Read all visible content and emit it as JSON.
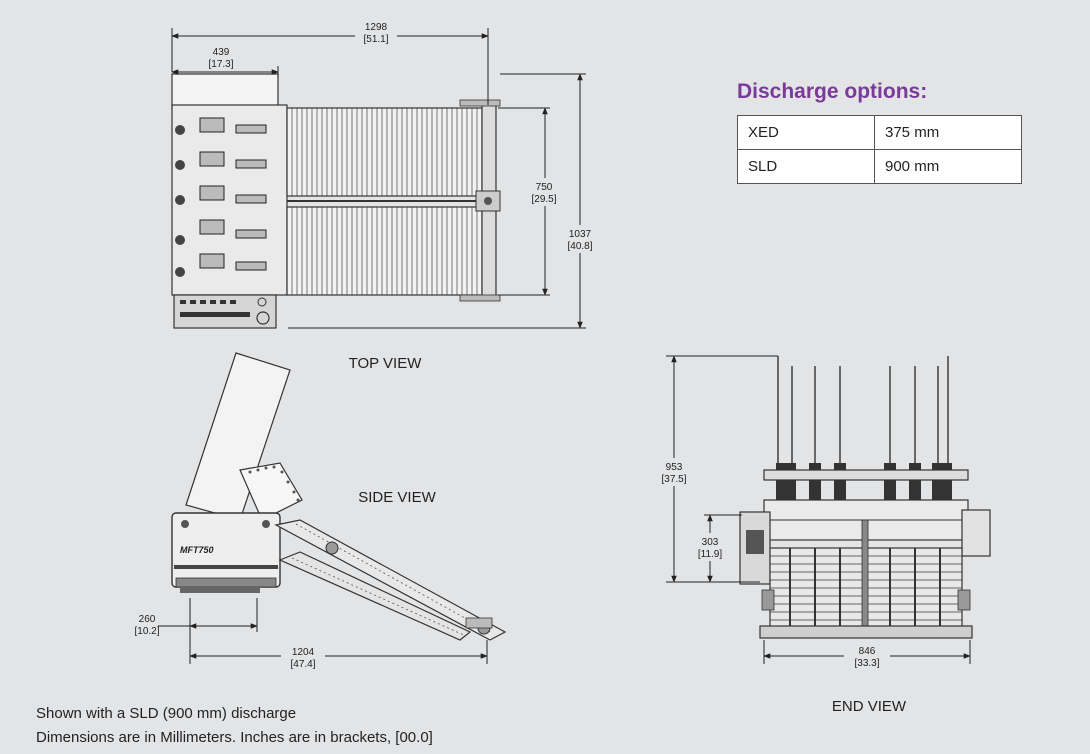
{
  "views": {
    "top": "TOP VIEW",
    "side": "SIDE VIEW",
    "end": "END VIEW"
  },
  "dimensions": {
    "top_width_mm": "1298",
    "top_width_in": "[51.1]",
    "top_feed_mm": "439",
    "top_feed_in": "[17.3]",
    "top_inner_mm": "750",
    "top_inner_in": "[29.5]",
    "top_depth_mm": "1037",
    "top_depth_in": "[40.8]",
    "side_base_mm": "260",
    "side_base_in": "[10.2]",
    "side_length_mm": "1204",
    "side_length_in": "[47.4]",
    "end_height_mm": "953",
    "end_height_in": "[37.5]",
    "end_lower_mm": "303",
    "end_lower_in": "[11.9]",
    "end_width_mm": "846",
    "end_width_in": "[33.3]"
  },
  "machine_label": "MFT750",
  "discharge": {
    "title": "Discharge options:",
    "rows": [
      {
        "type": "XED",
        "size": "375 mm"
      },
      {
        "type": "SLD",
        "size": "900 mm"
      }
    ]
  },
  "notes": {
    "line1": "Shown with a SLD (900 mm) discharge",
    "line2": "Dimensions are in Millimeters. Inches are in brackets, [00.0]"
  },
  "colors": {
    "background": "#e3e4e6",
    "accent": "#7a3a9a",
    "line": "#222222"
  }
}
